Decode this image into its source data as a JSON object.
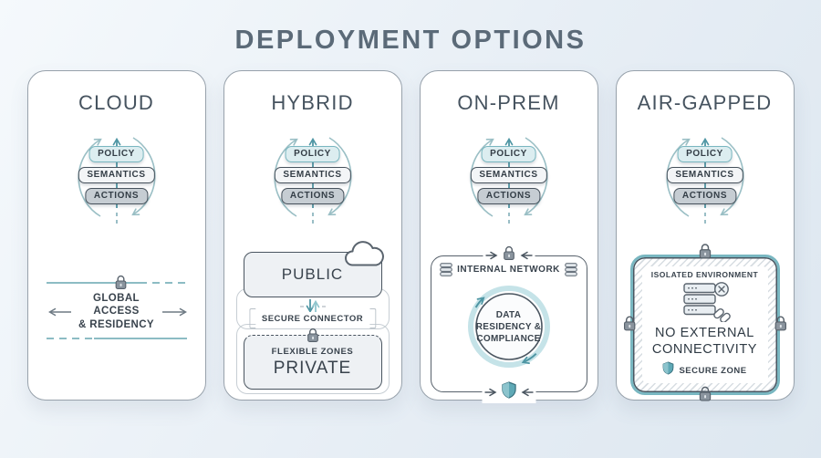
{
  "title": "DEPLOYMENT OPTIONS",
  "cycle": {
    "policy": "POLICY",
    "semantics": "SEMANTICS",
    "actions": "ACTIONS"
  },
  "cards": {
    "cloud": {
      "title": "CLOUD",
      "access_line1": "GLOBAL ACCESS",
      "access_line2": "& RESIDENCY"
    },
    "hybrid": {
      "title": "HYBRID",
      "public": "PUBLIC",
      "connector": "SECURE CONNECTOR",
      "flexible_zones": "FLEXIBLE ZONES",
      "private": "PRIVATE"
    },
    "onprem": {
      "title": "ON-PREM",
      "network": "INTERNAL NETWORK",
      "circle_line1": "DATA",
      "circle_line2": "RESIDENCY &",
      "circle_line3": "COMPLIANCE"
    },
    "airgapped": {
      "title": "AIR-GAPPED",
      "environment": "ISOLATED ENVIRONMENT",
      "main_line1": "NO EXTERNAL",
      "main_line2": "CONNECTIVITY",
      "zone": "SECURE ZONE"
    }
  },
  "icons": {
    "lock-icon": "🔒",
    "cloud-icon": "☁",
    "shield-icon": "🛡",
    "database-icon": "🗄",
    "server-stack-icon": "🖥",
    "x-circle-icon": "⊗",
    "chain-link-icon": "🔗",
    "cycle-arrows-icon": "↻",
    "up-arrow-icon": "↑",
    "left-right-arrows-icon": "↔",
    "up-down-arrows-icon": "⇅"
  },
  "colors": {
    "accent_teal": "#4f96a4",
    "light_teal": "#8fc5cd",
    "policy_fill": "#dcedf0",
    "policy_border": "#79b7c0",
    "dark_outline": "#4a5560",
    "actions_fill": "#c6cdd3",
    "title_color": "#5b6a78",
    "card_background": "#ffffff"
  }
}
